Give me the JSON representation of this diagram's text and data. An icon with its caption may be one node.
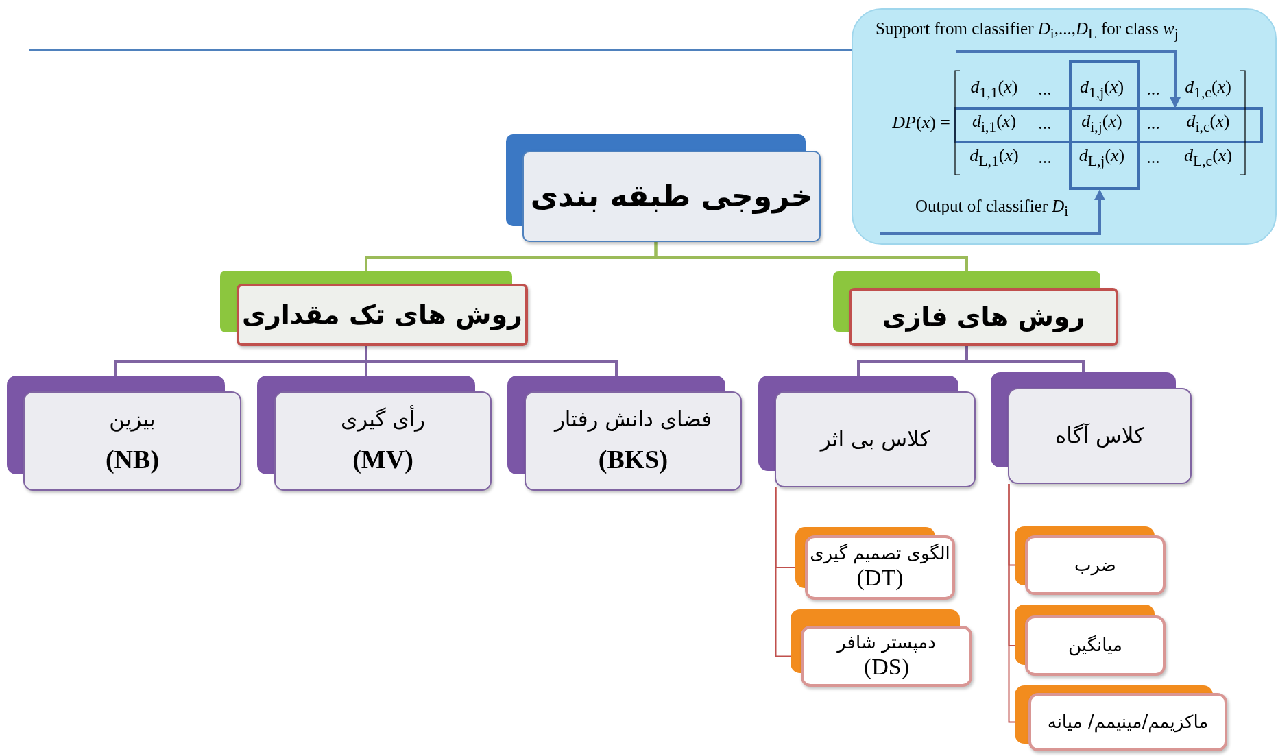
{
  "diagram": {
    "nodes": [
      {
        "text": [
          "Support from classifier *D*$_{i}$,...,*D*$_{L}$ for class *w*$_{j}$",
          "*DP*(*x*) =",
          "*d*$_{1,1}$(*x*)",
          "...",
          "*d*$_{1,j}$(*x*)",
          "...",
          "*d*$_{1,c}$(*x*)",
          "*d*$_{i,1}$(*x*)",
          "...",
          "*d*$_{i,j}$(*x*)",
          "...",
          "*d*$_{i,c}$(*x*)",
          "*d*$_{L,1}$(*x*)",
          "...",
          "*d*$_{L,j}$(*x*)",
          "...",
          "*d*$_{L,c}$(*x*)",
          "Output of classifier *D*$_{i}$"
        ]
      },
      {
        "text": [
          "خروجی طبقه بندی"
        ]
      },
      {
        "text": [
          "روش های تک مقداری"
        ]
      },
      {
        "text": [
          "روش های فازی"
        ]
      },
      {
        "text": [
          "بیزین",
          "(NB)"
        ]
      },
      {
        "text": [
          "رأی گیری",
          "(MV)"
        ]
      },
      {
        "text": [
          "فضای دانش رفتار",
          "(BKS)"
        ]
      },
      {
        "text": [
          "کلاس بی اثر"
        ]
      },
      {
        "text": [
          "کلاس آگاه"
        ]
      },
      {
        "text": [
          "الگوی تصمیم گیری",
          "(DT)"
        ]
      },
      {
        "text": [
          "دمپستر شافر",
          "(DS)"
        ]
      },
      {
        "text": [
          "ضرب"
        ]
      },
      {
        "text": [
          "میانگین"
        ]
      },
      {
        "text": [
          "ماکزیمم/مینیمم/ میانه"
        ]
      }
    ],
    "edges": [
      {
        "from": 1,
        "to": 2,
        "arrow": "none",
        "color": "#9bbb59"
      },
      {
        "from": 1,
        "to": 3,
        "arrow": "none",
        "color": "#9bbb59"
      },
      {
        "from": 2,
        "to": 4,
        "arrow": "none"
      },
      {
        "from": 2,
        "to": 5,
        "arrow": "none"
      },
      {
        "from": 2,
        "to": 6,
        "arrow": "none"
      },
      {
        "from": 3,
        "to": 7,
        "arrow": "none"
      },
      {
        "from": 3,
        "to": 8,
        "arrow": "none"
      },
      {
        "from": 7,
        "to": 9,
        "arrow": "none",
        "color": "#c0504d"
      },
      {
        "from": 7,
        "to": 10,
        "arrow": "none",
        "color": "#c0504d"
      },
      {
        "from": 8,
        "to": 11,
        "arrow": "none",
        "color": "#c0504d"
      },
      {
        "from": 8,
        "to": 12,
        "arrow": "none",
        "color": "#c0504d"
      },
      {
        "from": 8,
        "to": 13,
        "arrow": "none",
        "color": "#c0504d"
      }
    ]
  }
}
